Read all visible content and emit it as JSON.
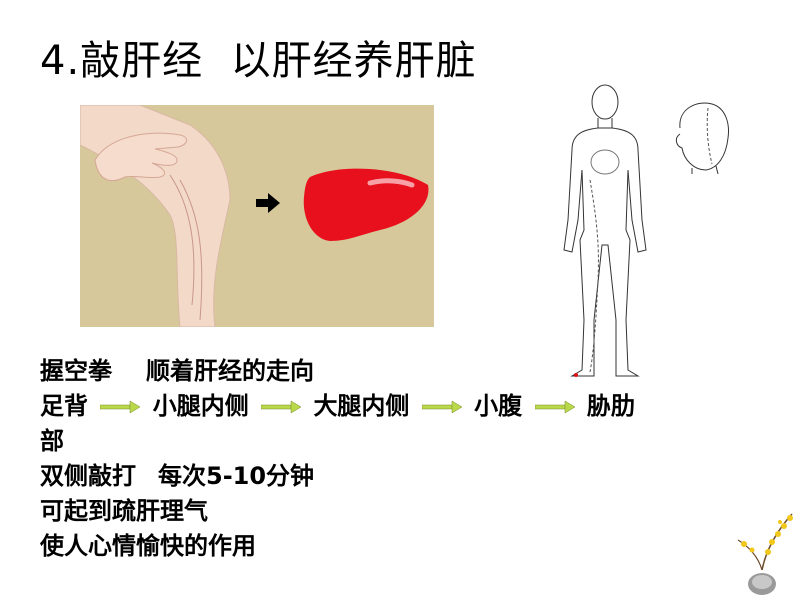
{
  "title": "4.敲肝经  以肝经养肝脏",
  "instructions": {
    "line1": {
      "a": "握空拳",
      "b": "顺着肝经的走向"
    },
    "route": [
      "足背",
      "小腿内侧",
      "大腿内侧",
      "小腹",
      "胁肋",
      "部"
    ],
    "line3": {
      "a": "双侧敲打",
      "b": "每次5-10分钟"
    },
    "line4": "可起到疏肝理气",
    "line5": "使人心情愉快的作用"
  },
  "colors": {
    "liver": "#e8101c",
    "illustration_bg": "#d6c89a",
    "skin": "#f3d9c8",
    "arrow_green": "#b9d84a"
  },
  "icons": {
    "route_arrow": "right-arrow-icon",
    "black_arrow": "black-right-arrow-icon"
  }
}
